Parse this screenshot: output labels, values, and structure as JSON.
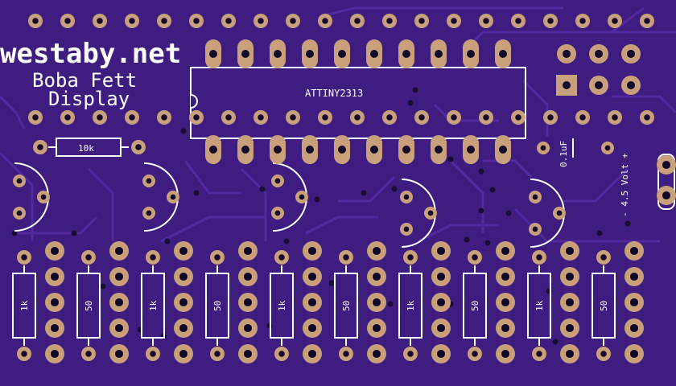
{
  "board": {
    "brand": "westaby.net",
    "title_line1": "Boba Fett",
    "title_line2": "Display",
    "chip_label": "ATTINY2313",
    "resistor_top_label": "10k",
    "cap_label": "0.1uF",
    "power_label": "- 4.5 Volt +",
    "resistor_labels": [
      "1k",
      "50",
      "1k",
      "50",
      "1k",
      "50",
      "1k",
      "50",
      "1k",
      "50"
    ]
  },
  "colors": {
    "board": "#3f1c80",
    "trace": "#5a2fa8",
    "pad_copper": "#c9a07c",
    "silkscreen": "#ffffff"
  }
}
